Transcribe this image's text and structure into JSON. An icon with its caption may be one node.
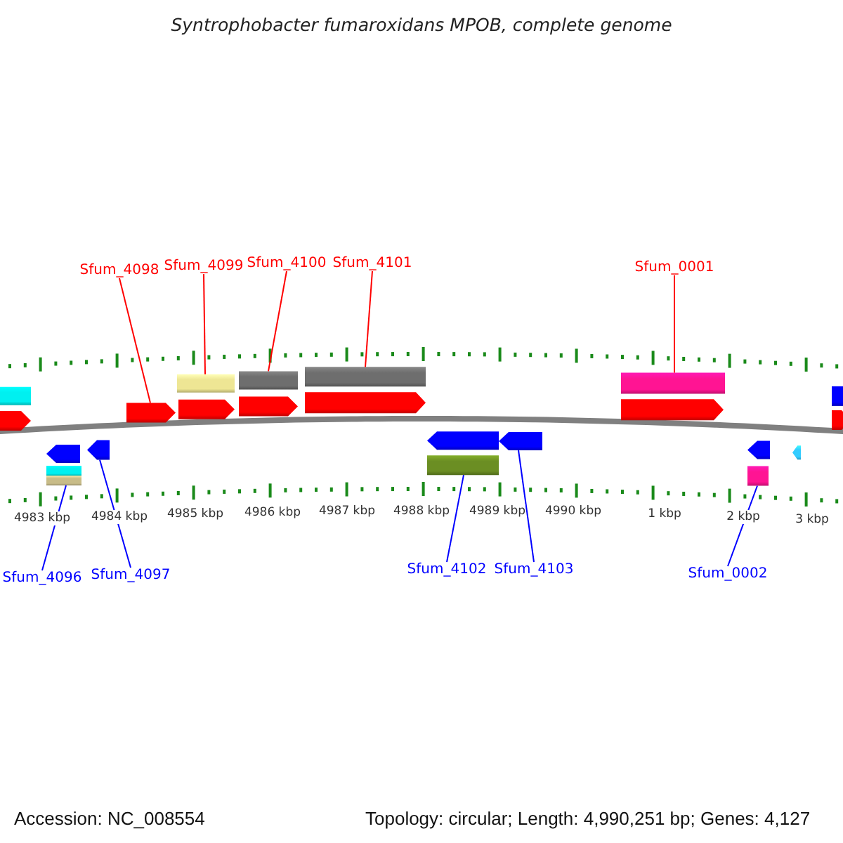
{
  "diagram": {
    "title": "Syntrophobacter fumaroxidans MPOB, complete genome",
    "nodes": [
      {
        "text": [
          "Sfum_4098"
        ]
      },
      {
        "text": [
          "Sfum_4099"
        ]
      },
      {
        "text": [
          "Sfum_4100"
        ]
      },
      {
        "text": [
          "Sfum_4101"
        ]
      },
      {
        "text": [
          "Sfum_0001"
        ]
      },
      {
        "text": [
          "Sfum_4096"
        ]
      },
      {
        "text": [
          "Sfum_4097"
        ]
      },
      {
        "text": [
          "Sfum_4102"
        ]
      },
      {
        "text": [
          "Sfum_4103"
        ]
      },
      {
        "text": [
          "Sfum_0002"
        ]
      },
      {
        "text": [],
        "shape": "pentagon"
      },
      {
        "text": [],
        "shape": "bar"
      },
      {
        "text": [],
        "shape": "bar"
      },
      {
        "text": [],
        "shape": "bar"
      },
      {
        "text": [],
        "shape": "bar"
      },
      {
        "text": [],
        "shape": "bar"
      },
      {
        "text": [],
        "shape": "pentagon"
      },
      {
        "text": [],
        "shape": "bar"
      },
      {
        "text": [],
        "shape": "pentagon"
      },
      {
        "text": [],
        "shape": "bar"
      }
    ],
    "edges": [
      {
        "from": 0,
        "to": 10,
        "arrow": "none",
        "color": "#ff0000"
      },
      {
        "from": 1,
        "to": 11,
        "arrow": "none",
        "color": "#ff0000"
      },
      {
        "from": 2,
        "to": 12,
        "arrow": "none",
        "color": "#ff0000"
      },
      {
        "from": 3,
        "to": 13,
        "arrow": "none",
        "color": "#ff0000"
      },
      {
        "from": 4,
        "to": 14,
        "arrow": "none",
        "color": "#ff0000"
      },
      {
        "from": 5,
        "to": 15,
        "arrow": "none",
        "color": "#0000ff"
      },
      {
        "from": 6,
        "to": 16,
        "arrow": "none",
        "color": "#0000ff"
      },
      {
        "from": 7,
        "to": 17,
        "arrow": "none",
        "color": "#0000ff"
      },
      {
        "from": 8,
        "to": 18,
        "arrow": "none",
        "color": "#0000ff"
      },
      {
        "from": 9,
        "to": 19,
        "arrow": "none",
        "color": "#0000ff"
      }
    ],
    "labels": [
      "4983 kbp",
      "4984 kbp",
      "4985 kbp",
      "4986 kbp",
      "4987 kbp",
      "4988 kbp",
      "4989 kbp",
      "4990 kbp",
      "1 kbp",
      "2 kbp",
      "3 kbp",
      "Accession: NC_008554",
      "Topology: circular; Length: 4,990,251 bp; Genes: 4,127"
    ]
  }
}
